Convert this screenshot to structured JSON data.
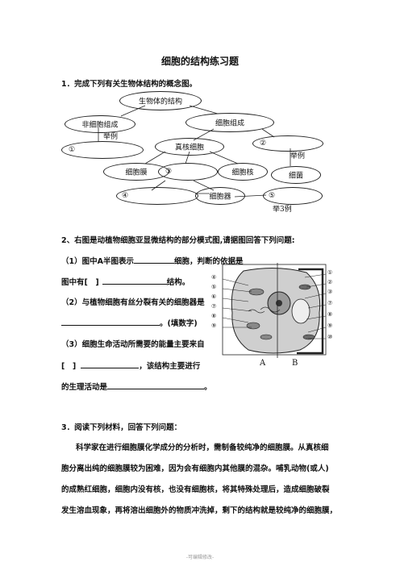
{
  "title": "细胞的结构练习题",
  "q1": {
    "text": "1．完成下列有关生物体结构的概念图。"
  },
  "concept_map": {
    "root": "生物体的结构",
    "non_cell": "非细胞组成",
    "cell": "细胞组成",
    "example1": "举例",
    "blank1": "①",
    "eukaryote": "真核细胞",
    "blank2": "②",
    "example2": "举例",
    "membrane": "细胞膜",
    "blank3": "③",
    "nucleus": "细胞核",
    "bacteria": "细菌",
    "blank4": "④",
    "organelle": "细胞器",
    "blank5": "⑤",
    "example3": "举3例"
  },
  "q2": {
    "intro": "2、右图是动植物细胞亚显微结构的部分模式图,请据图回答下列问题:",
    "line1a": "（1）图中A半图表示",
    "line1b": "细胞，判断的依据是",
    "line2a": "图中有[　]",
    "line2b": "结构。",
    "line3": "（2）与植物细胞有丝分裂有关的细胞器是",
    "line4b": "。(填数字)",
    "line5": "（3）细胞生命活动所需要的能量主要来自",
    "line6a": "[　]",
    "line6b": "，该结构主要进行",
    "line7a": "的生理活动是",
    "line7b": "。",
    "label_a": "A",
    "label_b": "B",
    "left_marks": [
      "④",
      "⑤",
      "⑥",
      "⑦",
      "⑧",
      "⑨"
    ],
    "right_marks": [
      "①",
      "②",
      "③",
      "⑦",
      "⑧",
      "⑨",
      "⑩"
    ]
  },
  "q3": {
    "intro": "3．阅读下列材料，回答下列问题：",
    "p1": "科学家在进行细胞膜化学成分的分析时，需制备较纯净的细胞膜。从真核细",
    "p2": "胞分离出纯的细胞膜较为困难，因为会有细胞内其他膜的混杂。哺乳动物(或人)",
    "p3": "的成熟红细胞，细胞内没有核，也没有细胞核，将其特殊处理后，造成细胞破裂",
    "p4": "发生溶血现象，再将溶出细胞外的物质冲洗掉，剩下的结构就是较纯净的细胞膜，"
  },
  "footer": "-可编辑修改-"
}
